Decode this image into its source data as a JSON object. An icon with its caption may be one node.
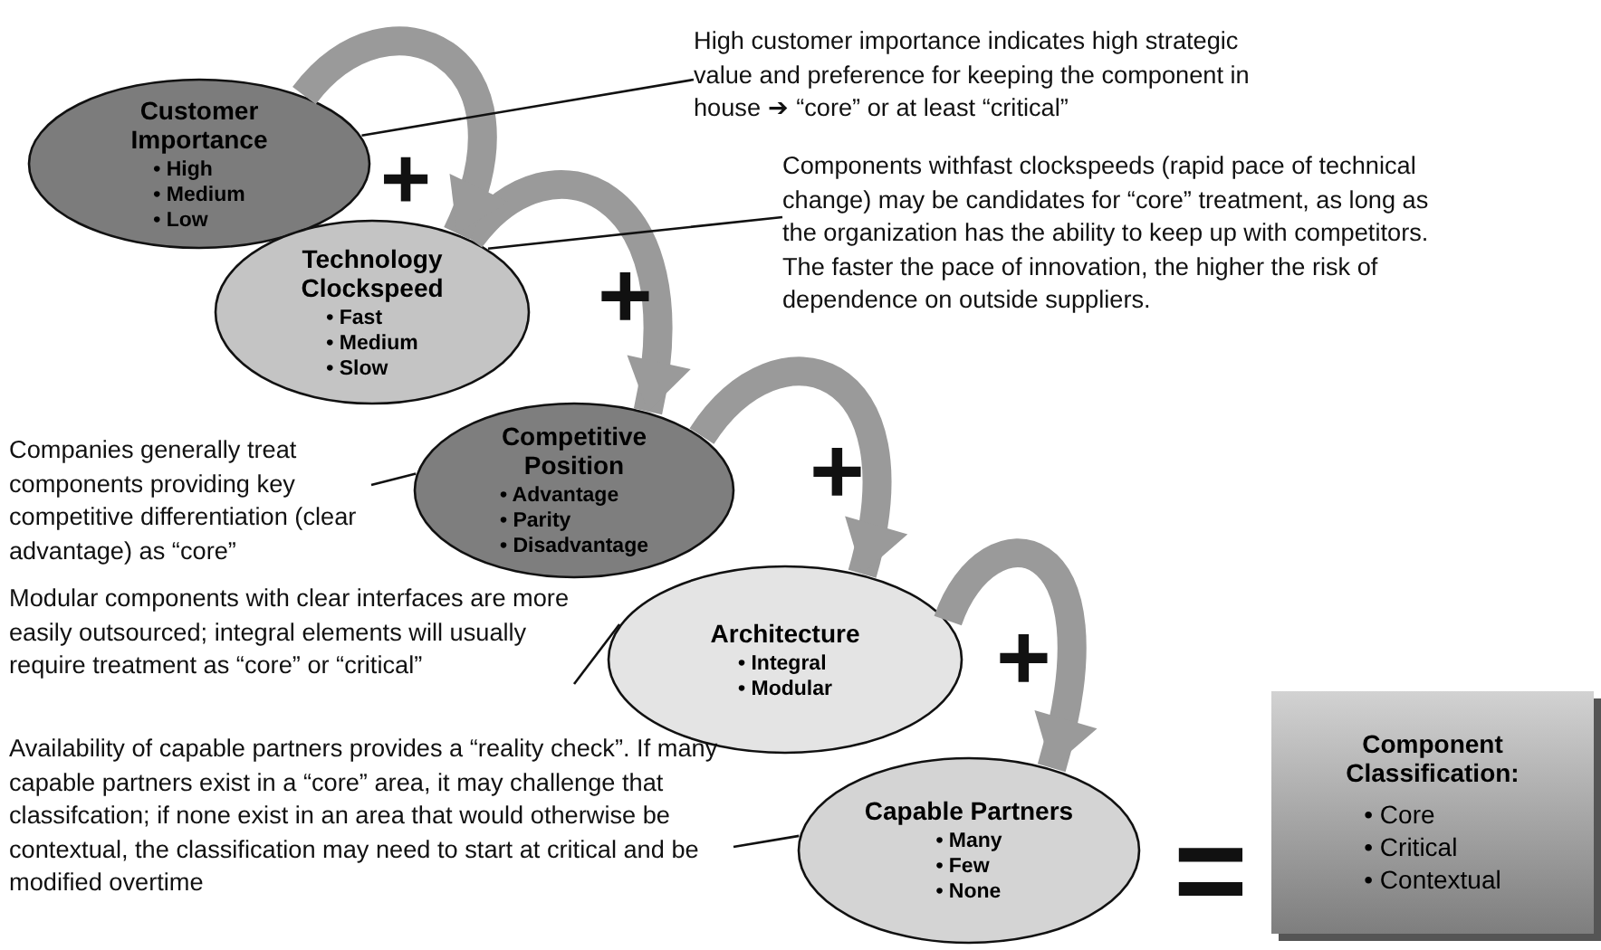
{
  "diagram": {
    "nodes": [
      {
        "text": [
          "Customer Importance",
          "• High",
          "• Medium",
          "• Low"
        ]
      },
      {
        "text": [
          "Technology Clockspeed",
          "• Fast",
          "• Medium",
          "• Slow"
        ]
      },
      {
        "text": [
          "Competitive Position",
          "• Advantage",
          "• Parity",
          "• Disadvantage"
        ]
      },
      {
        "text": [
          "Architecture",
          "• Integral",
          "• Modular"
        ]
      },
      {
        "text": [
          "Capable Partners",
          "• Many",
          "• Few",
          "• None"
        ]
      },
      {
        "text": [
          "Component Classification:",
          "• Core",
          "• Critical",
          "• Contextual"
        ]
      },
      {
        "text": [
          "High customer importance indicates high strategic value and preference for keeping the component in house ➔ “core” or at least “critical”"
        ]
      },
      {
        "text": [
          "Components withfast clockspeeds (rapid pace of technical change) may be candidates for “core” treatment, as long as the organization has the ability to keep up with competitors. The faster the pace of innovation, the higher the risk of dependence on outside suppliers."
        ]
      },
      {
        "text": [
          "Companies generally treat components providing key competitive differentiation (clear advantage) as “core”"
        ]
      },
      {
        "text": [
          "Modular components with clear interfaces are more easily outsourced; integral elements will usually require treatment as “core” or “critical”"
        ]
      },
      {
        "text": [
          "Availability of capable partners provides a “reality check”. If many capable partners exist in a “core” area, it may challenge that classifcation; if none exist in an area that would otherwise be contextual, the classification may need to start at critical and be modified overtime"
        ]
      }
    ],
    "edges": [
      {
        "from": 0,
        "to": 1,
        "arrow": "to",
        "style": "thick",
        "color": "#9a9a9a"
      },
      {
        "from": 1,
        "to": 2,
        "arrow": "to",
        "style": "thick",
        "color": "#9a9a9a"
      },
      {
        "from": 2,
        "to": 3,
        "arrow": "to",
        "style": "thick",
        "color": "#9a9a9a"
      },
      {
        "from": 3,
        "to": 4,
        "arrow": "to",
        "style": "thick",
        "color": "#9a9a9a"
      },
      {
        "from": 6,
        "to": 0,
        "arrow": "none"
      },
      {
        "from": 7,
        "to": 1,
        "arrow": "none"
      },
      {
        "from": 8,
        "to": 2,
        "arrow": "none"
      },
      {
        "from": 9,
        "to": 3,
        "arrow": "none"
      },
      {
        "from": 10,
        "to": 4,
        "arrow": "none"
      }
    ],
    "labels": [
      "+",
      "+",
      "+",
      "+",
      "="
    ]
  }
}
